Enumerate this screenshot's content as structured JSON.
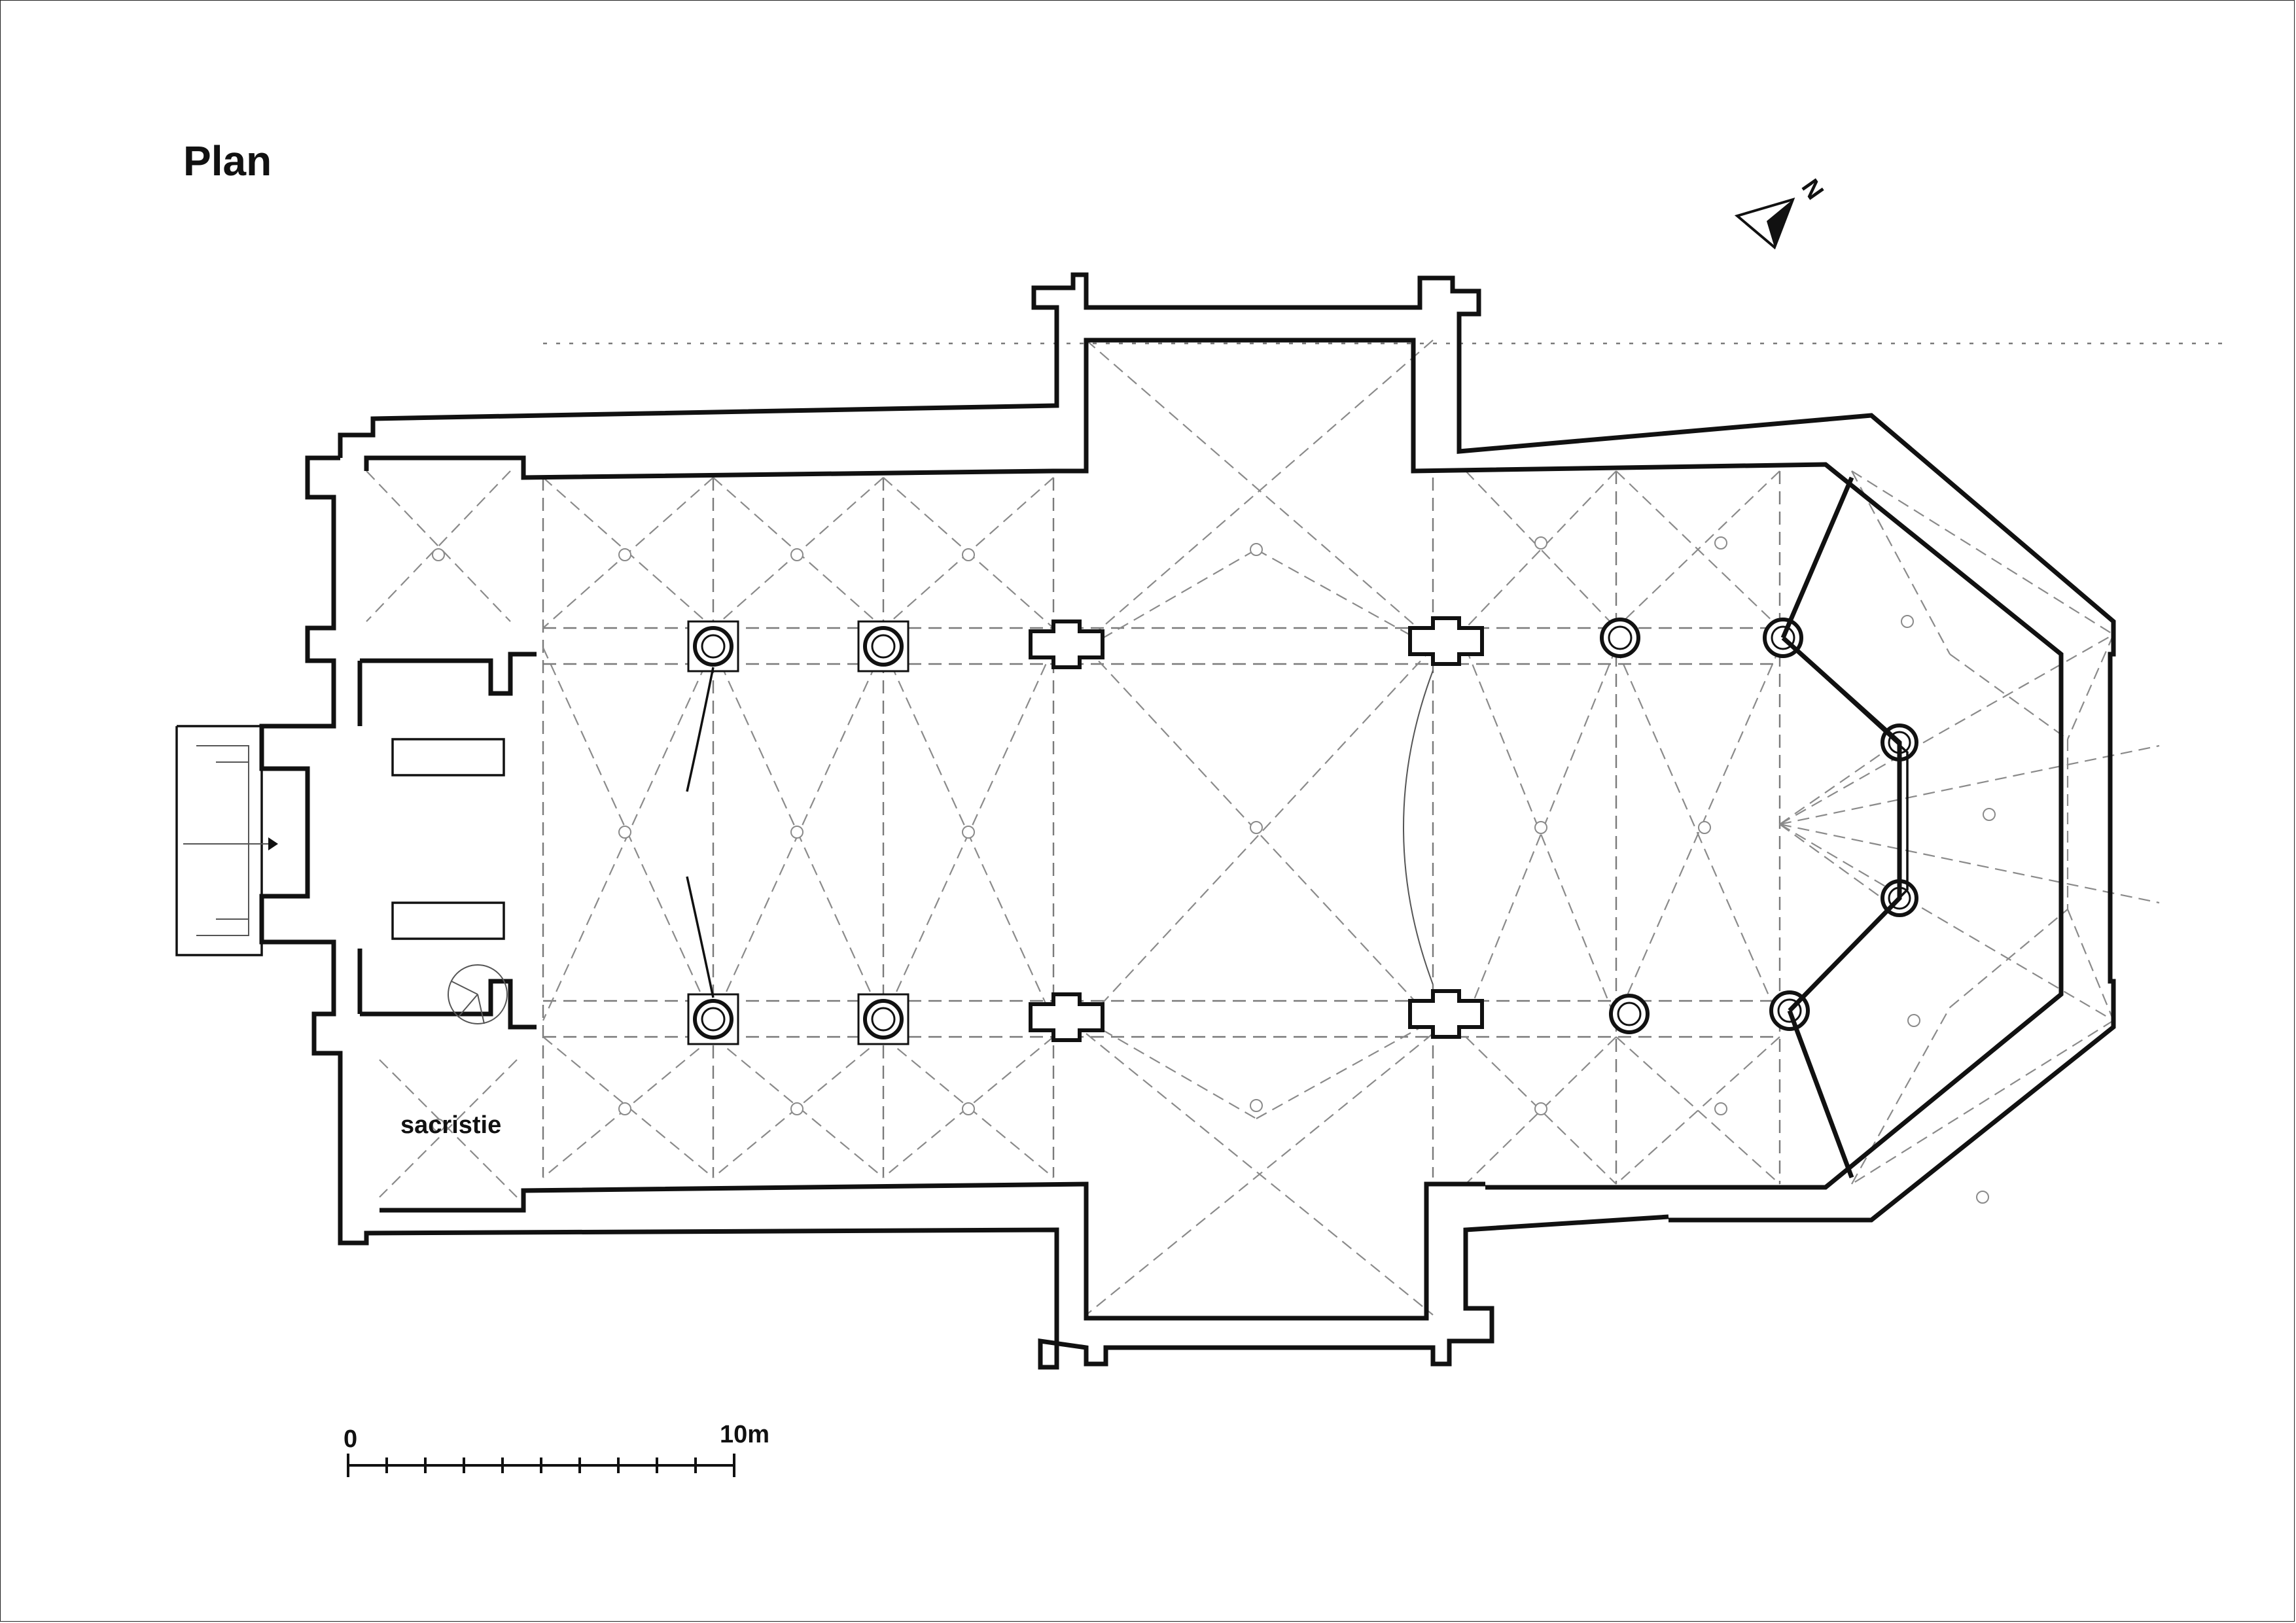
{
  "title": "Plan",
  "north_label": "N",
  "room_labels": {
    "sacristy": "sacristie"
  },
  "scale_bar": {
    "start_label": "0",
    "end_label": "10m",
    "divisions": 5
  },
  "icons": {
    "north_arrow": "north-arrow-icon"
  },
  "colors": {
    "walls": "#111111",
    "vault_lines": "#7a7a7a",
    "background": "#ffffff"
  }
}
